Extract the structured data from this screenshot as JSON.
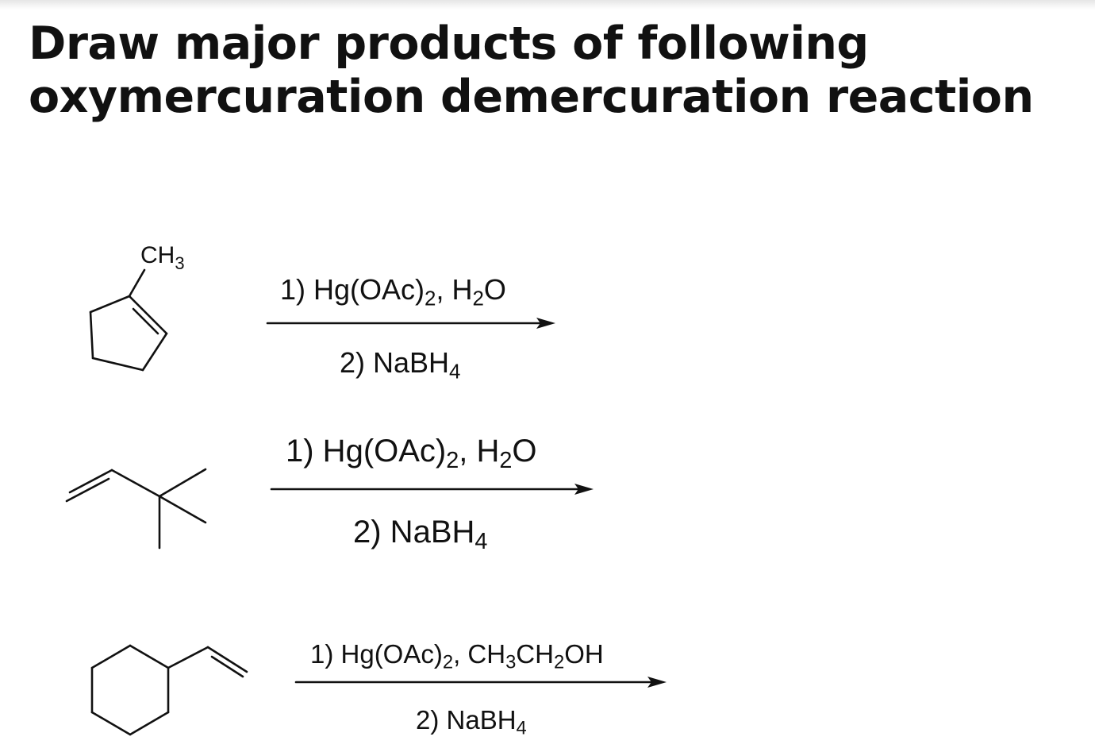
{
  "title": {
    "line1": "Draw major products of following",
    "line2": "oxymercuration demercuration reaction"
  },
  "reactions": [
    {
      "substrate_label": {
        "main": "CH",
        "sub": "3"
      },
      "step1": [
        {
          "t": "1) Hg(OAc)"
        },
        {
          "s": "2"
        },
        {
          "t": ", H"
        },
        {
          "s": "2"
        },
        {
          "t": "O"
        }
      ],
      "step2": [
        {
          "t": "2) NaBH"
        },
        {
          "s": "4"
        }
      ]
    },
    {
      "step1": [
        {
          "t": "1) Hg(OAc)"
        },
        {
          "s": "2"
        },
        {
          "t": ", H"
        },
        {
          "s": "2"
        },
        {
          "t": "O"
        }
      ],
      "step2": [
        {
          "t": "2) NaBH"
        },
        {
          "s": "4"
        }
      ]
    },
    {
      "step1": [
        {
          "t": "1) Hg(OAc)"
        },
        {
          "s": "2"
        },
        {
          "t": ", CH"
        },
        {
          "s": "3"
        },
        {
          "t": "CH"
        },
        {
          "s": "2"
        },
        {
          "t": "OH"
        }
      ],
      "step2": [
        {
          "t": "2) NaBH"
        },
        {
          "s": "4"
        }
      ]
    }
  ],
  "colors": {
    "text": "#111111",
    "bond": "#111111"
  }
}
